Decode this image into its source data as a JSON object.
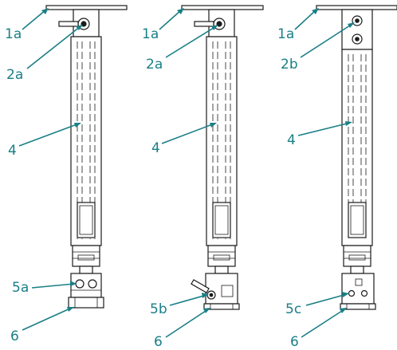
{
  "figure": {
    "variants": [
      {
        "labels": {
          "flange": "1a",
          "top_part": "2a",
          "tube": "4",
          "bottom_part": "5a",
          "foot": "6"
        }
      },
      {
        "labels": {
          "flange": "1a",
          "top_part": "2a",
          "tube": "4",
          "bottom_part": "5b",
          "foot": "6"
        }
      },
      {
        "labels": {
          "flange": "1a",
          "top_part": "2b",
          "tube": "4",
          "bottom_part": "5c",
          "foot": "6"
        }
      }
    ]
  },
  "colors": {
    "callout": "#1a7f86",
    "drawing": "#1b1b1b",
    "background": "#ffffff"
  }
}
